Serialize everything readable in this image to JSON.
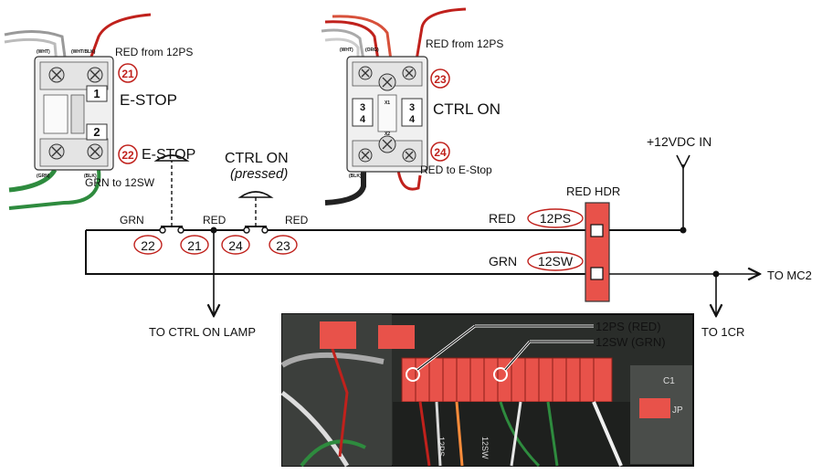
{
  "estop_contactor": {
    "wire_tags": [
      "(WHT)",
      "(WHT/BLK)",
      "(GRN)",
      "(BLK)"
    ],
    "contact_numbers": [
      "1",
      "2"
    ],
    "title": "E-STOP",
    "red_wire_label": "RED from 12PS",
    "green_wire_label": "GRN to 12SW",
    "terminal_top": "21",
    "terminal_bottom": "22"
  },
  "ctrl_contactor": {
    "wire_tags": [
      "(WHT)",
      "(ORG)",
      "(BLK)"
    ],
    "contact_numbers": [
      "3",
      "4",
      "3",
      "4"
    ],
    "coil_labels": [
      "X1",
      "X2"
    ],
    "title": "CTRL ON",
    "red_wire_label": "RED from 12PS",
    "red_to_label": "RED to E-Stop",
    "terminal_top": "23",
    "terminal_bottom": "24"
  },
  "schematic": {
    "estop_switch_label": "E-STOP",
    "ctrl_switch_label": "CTRL ON",
    "ctrl_switch_state": "(pressed)",
    "wire_grn": "GRN",
    "wire_red_1": "RED",
    "wire_red_2": "RED",
    "terminals": [
      "22",
      "21",
      "24",
      "23"
    ],
    "to_ctrl_lamp": "TO CTRL ON LAMP",
    "header_label": "RED HDR",
    "supply_label": "+12VDC IN",
    "red_line_label": "RED",
    "red_line_tag": "12PS",
    "grn_line_label": "GRN",
    "grn_line_tag": "12SW",
    "to_mc2": "TO MC2",
    "to_1cr": "TO 1CR"
  },
  "photo_inset": {
    "callout_1": "12PS (RED)",
    "callout_2": "12SW (GRN)",
    "board_markings": [
      "12PS",
      "12SW",
      "JP",
      "C1"
    ]
  },
  "colors": {
    "red_wire": "#c0211c",
    "green_wire": "#2e8b3e",
    "header_red": "#e8524a",
    "terminal_red": "#c0211c"
  }
}
